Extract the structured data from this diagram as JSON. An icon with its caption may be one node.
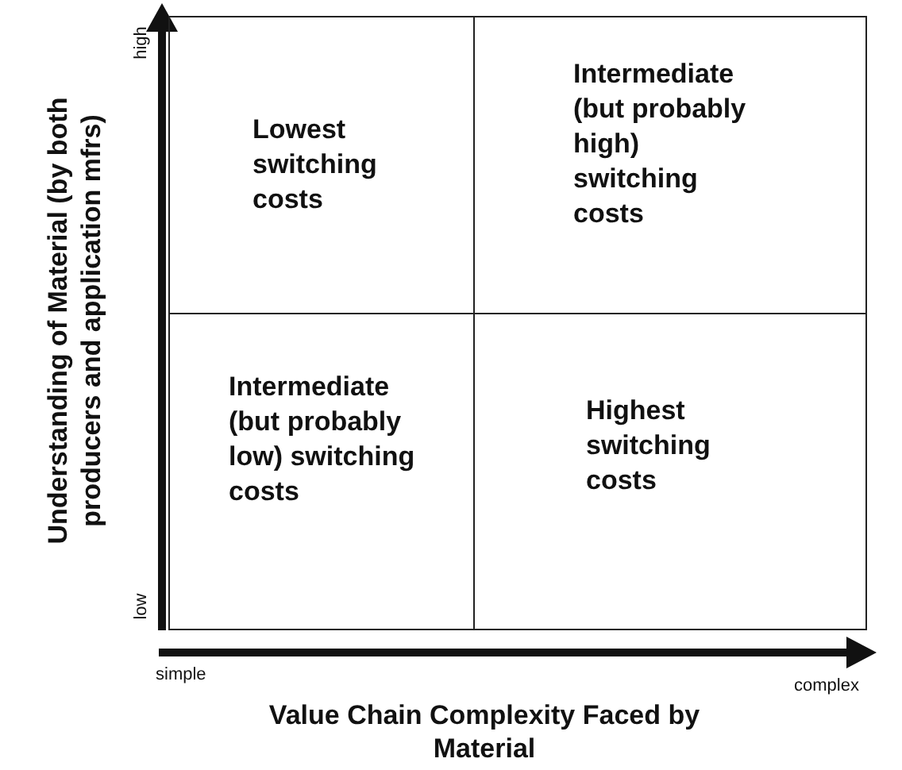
{
  "diagram": {
    "nodes": [
      {
        "text": [
          "Lowest switching costs"
        ]
      },
      {
        "text": [
          "Intermediate (but probably high) switching costs"
        ]
      },
      {
        "text": [
          "Intermediate (but probably low) switching costs"
        ]
      },
      {
        "text": [
          "Highest switching costs"
        ]
      }
    ],
    "labels": [
      "Understanding of Material (by both producers and application mfrs)",
      "high",
      "low",
      "simple",
      "complex",
      "Value Chain Complexity Faced by Material"
    ]
  }
}
